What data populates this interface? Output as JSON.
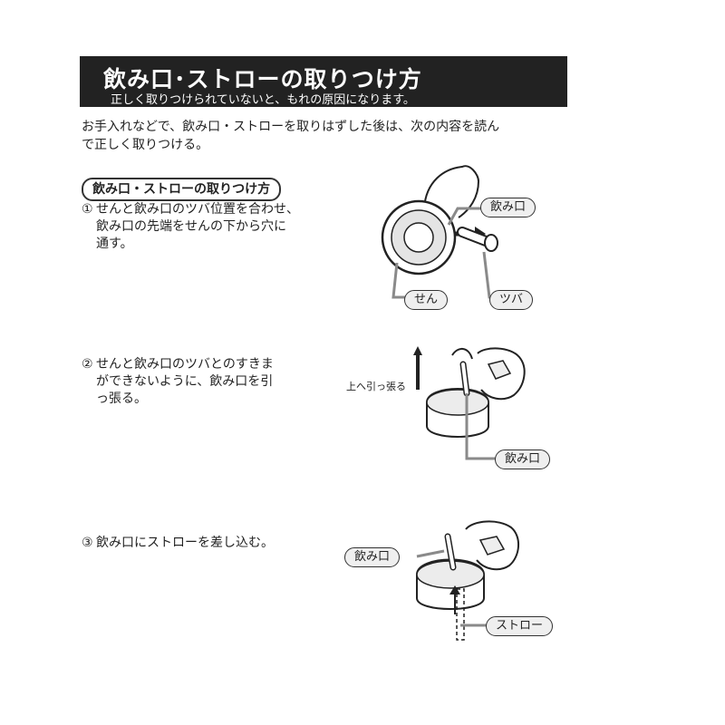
{
  "header": {
    "title": "飲み口･ストローの取りつけ方",
    "subtitle": "正しく取りつけられていないと、もれの原因になります。"
  },
  "intro": {
    "line1": "お手入れなどで、飲み口・ストローを取りはずした後は、次の内容を読ん",
    "line2": "で正しく取りつける。"
  },
  "section": {
    "label": "飲み口・ストローの取りつけ方"
  },
  "steps": [
    {
      "num": "①",
      "lines": [
        "せんと飲み口のツバ位置を合わせ、",
        "飲み口の先端をせんの下から穴に",
        "通す。"
      ]
    },
    {
      "num": "②",
      "lines": [
        "せんと飲み口のツバとのすきま",
        "ができないように、飲み口を引",
        "っ張る。"
      ]
    },
    {
      "num": "③",
      "lines": [
        "飲み口にストローを差し込む。"
      ]
    }
  ],
  "figures": {
    "fig1": {
      "label_nomikuchi": "飲み口",
      "label_sen": "せん",
      "label_tsuba": "ツバ"
    },
    "fig2": {
      "pull_label": "上へ引っ張る",
      "label_nomikuchi": "飲み口"
    },
    "fig3": {
      "label_nomikuchi": "飲み口",
      "label_straw": "ストロー"
    }
  },
  "colors": {
    "banner_bg": "#222222",
    "banner_text": "#ffffff",
    "leader_line": "#8a8a8a",
    "callout_bg": "#efefef"
  }
}
